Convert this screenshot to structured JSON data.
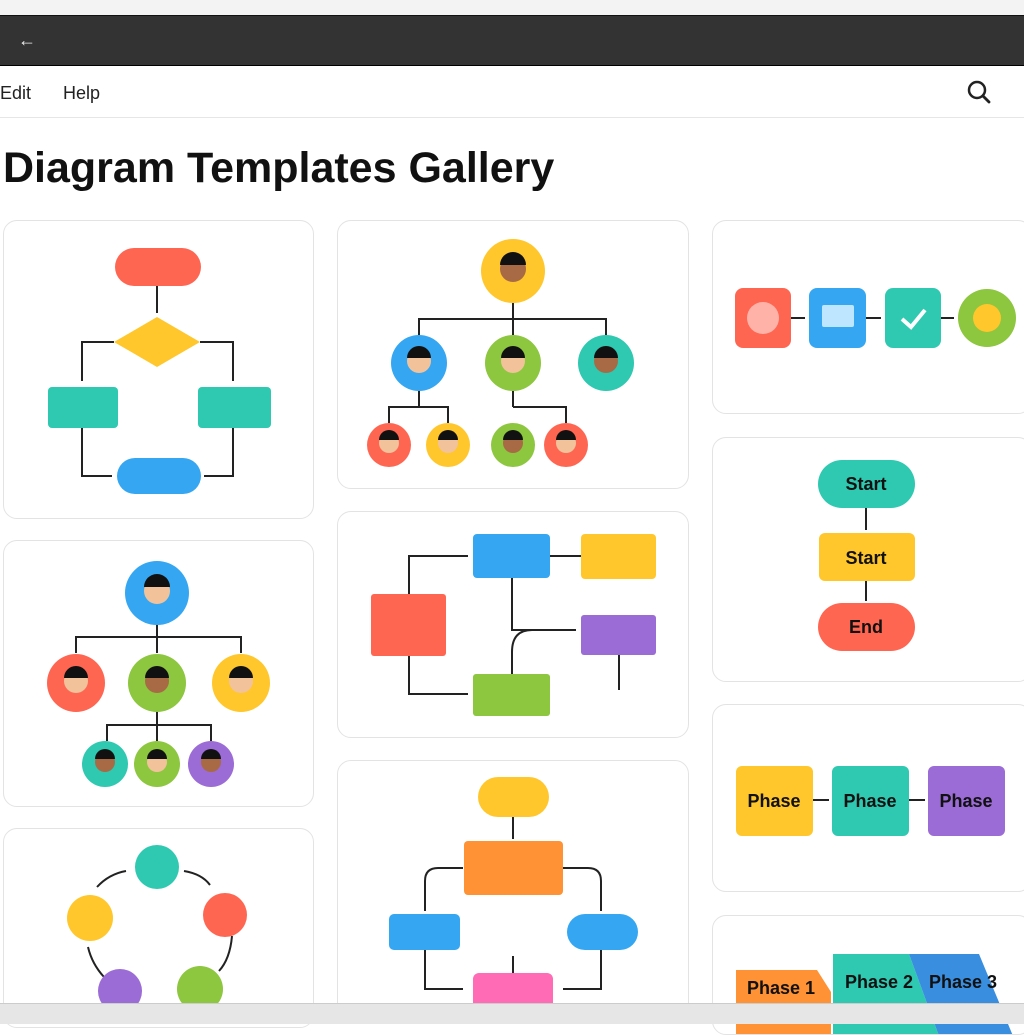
{
  "window": {
    "back_icon": "arrow-left-icon"
  },
  "menu": {
    "items": [
      "Edit",
      "Help"
    ],
    "search_icon": "search-icon"
  },
  "page": {
    "title": "Diagram Templates Gallery"
  },
  "templates": {
    "start_flow": {
      "labels": [
        "Start",
        "Start",
        "End"
      ]
    },
    "phase_flow": {
      "labels": [
        "Phase",
        "Phase",
        "Phase"
      ]
    },
    "roadmap": {
      "labels": [
        "Phase 1",
        "Phase 2",
        "Phase 3"
      ]
    }
  },
  "colors": {
    "red": "#ff6652",
    "yellow": "#ffc72c",
    "teal": "#2ec9b0",
    "blue": "#35a6f2",
    "green": "#8dc63f",
    "purple": "#9b6bd6",
    "orange": "#ff9234",
    "pink": "#ff6bb5"
  }
}
